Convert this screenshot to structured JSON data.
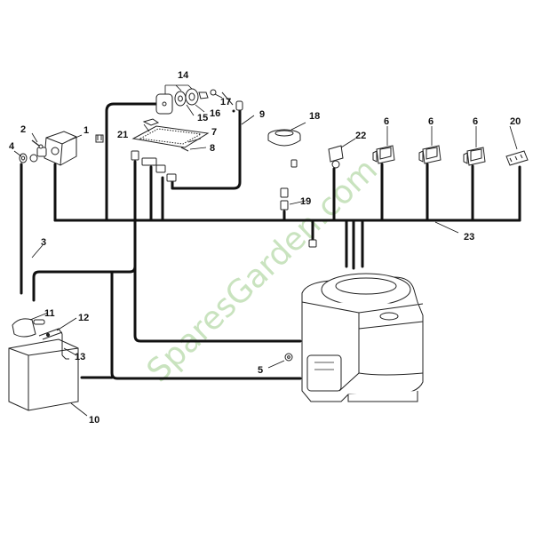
{
  "diagram": {
    "callouts": {
      "c1": "1",
      "c2": "2",
      "c3": "3",
      "c4": "4",
      "c5": "5",
      "c6a": "6",
      "c6b": "6",
      "c6c": "6",
      "c7": "7",
      "c8": "8",
      "c9": "9",
      "c10": "10",
      "c11": "11",
      "c12": "12",
      "c13": "13",
      "c14": "14",
      "c15": "15",
      "c16": "16",
      "c17": "17",
      "c18": "18",
      "c19": "19",
      "c20": "20",
      "c21": "21",
      "c22": "22",
      "c23": "23"
    },
    "watermark": "SparesGarden.com",
    "colors": {
      "wire": "#111111",
      "part_stroke": "#222222",
      "watermark": "#9ccc8a"
    }
  }
}
